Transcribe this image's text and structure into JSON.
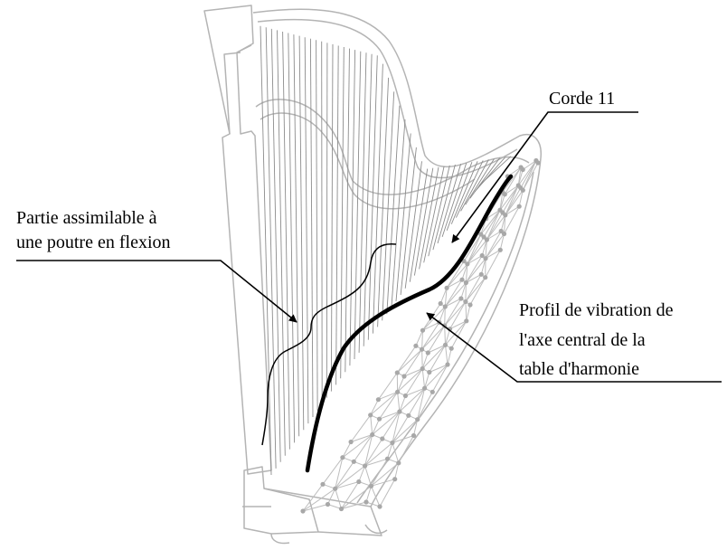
{
  "annotations": {
    "corde": "Corde 11",
    "partie_line1": "Partie assimilable à",
    "partie_line2": "une poutre en flexion",
    "profil_line1": "Profil de vibration de",
    "profil_line2": "l'axe central de la",
    "profil_line3": "table d'harmonie"
  },
  "colors": {
    "harp_outline": "#b4b4b4",
    "strings": "#8c8c8c",
    "mesh": "#bdbdbd",
    "mesh_nodes": "#a8a8a8",
    "profile_curve": "#000000",
    "leader_lines": "#000000"
  },
  "icons": [
    "harp-outline-icon",
    "harp-strings-icon",
    "soundboard-mesh-icon"
  ]
}
